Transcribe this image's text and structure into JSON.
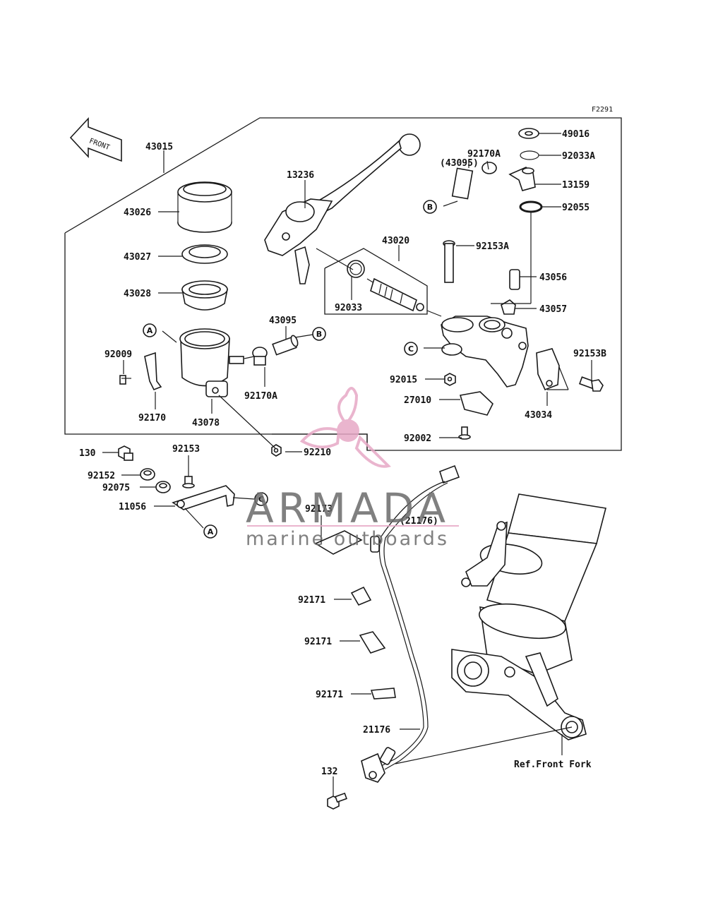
{
  "diagram": {
    "code": "F2291",
    "front_arrow_text": "FRONT",
    "reference_text": "Ref.Front Fork"
  },
  "labels": {
    "p43015": "43015",
    "p13236": "13236",
    "p43026": "43026",
    "p43027": "43027",
    "p43028": "43028",
    "p43020": "43020",
    "p92033": "92033",
    "p43095": "43095",
    "p43095p": "(43095)",
    "p92170A_top": "92170A",
    "p92170A": "92170A",
    "p49016": "49016",
    "p92033A": "92033A",
    "p13159": "13159",
    "p92055": "92055",
    "p92153A": "92153A",
    "p43056": "43056",
    "p43057": "43057",
    "p92153B": "92153B",
    "p92009": "92009",
    "p92170": "92170",
    "p43078": "43078",
    "p92015": "92015",
    "p27010": "27010",
    "p43034": "43034",
    "p92002": "92002",
    "p92210": "92210",
    "p130": "130",
    "p92153": "92153",
    "p92152": "92152",
    "p92075": "92075",
    "p11056": "11056",
    "p92173": "92173",
    "p21176p": "(21176)",
    "p92171a": "92171",
    "p92171b": "92171",
    "p92171c": "92171",
    "p21176": "21176",
    "p132": "132"
  },
  "callouts": {
    "A1": "A",
    "A2": "A",
    "B1": "B",
    "B2": "B",
    "C1": "C",
    "C2": "C"
  },
  "watermark": {
    "title": "ARMADA",
    "subtitle": "marine outboards",
    "color": "#e7a9c6"
  }
}
